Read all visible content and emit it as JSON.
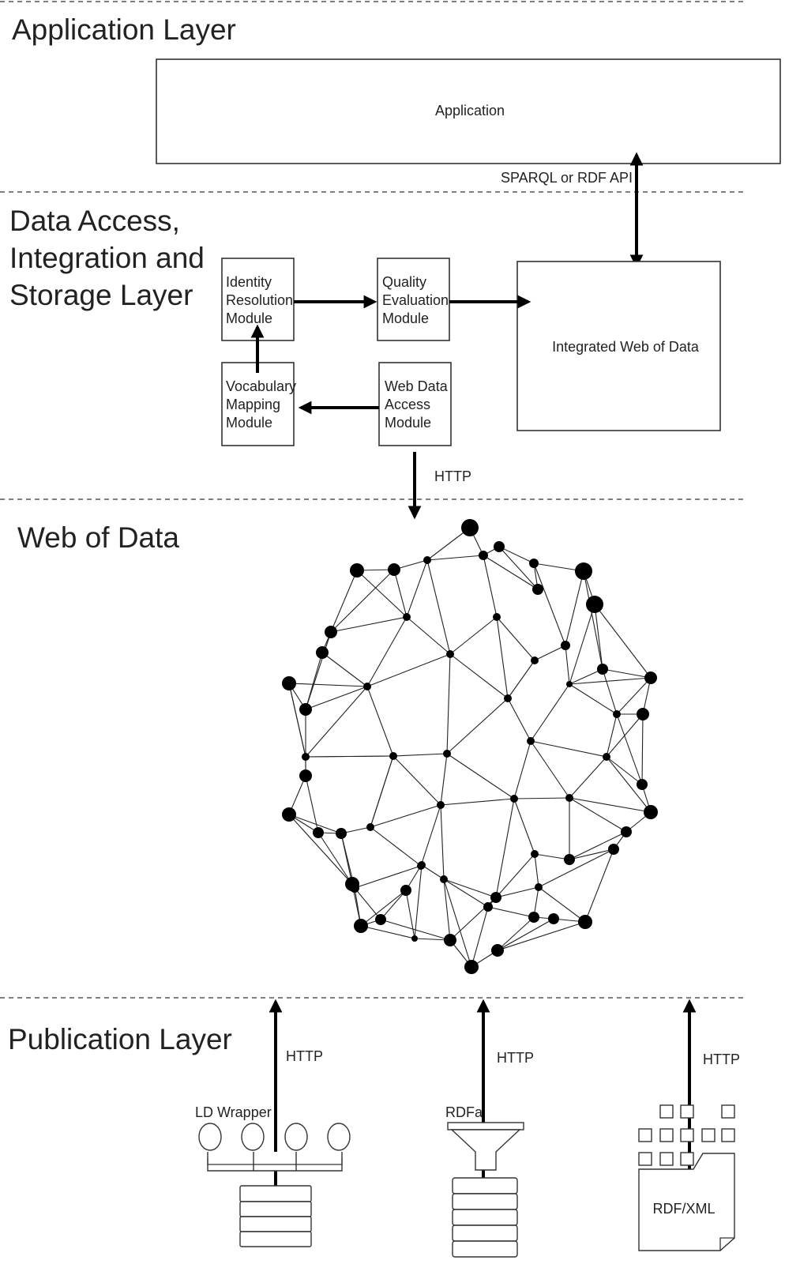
{
  "layers": {
    "application": "Application Layer",
    "data_access": [
      "Data Access,",
      "Integration and",
      "Storage Layer"
    ],
    "web_of_data": "Web of Data",
    "publication": "Publication Layer"
  },
  "application_box": "Application",
  "api_label": "SPARQL or RDF API",
  "modules": {
    "identity": [
      "Identity",
      "Resolution",
      "Module"
    ],
    "quality": [
      "Quality",
      "Evaluation",
      "Module"
    ],
    "vocabulary": [
      "Vocabulary",
      "Mapping",
      "Module"
    ],
    "web_access": [
      "Web Data",
      "Access",
      "Module"
    ],
    "integrated": "Integrated Web of Data"
  },
  "http_labels": {
    "access": "HTTP",
    "ld_wrapper": "HTTP",
    "rdfa": "HTTP",
    "rdfxml": "HTTP"
  },
  "sources": {
    "ld_wrapper": "LD Wrapper",
    "rdfa": "RDFa",
    "rdfxml": "RDF/XML"
  }
}
